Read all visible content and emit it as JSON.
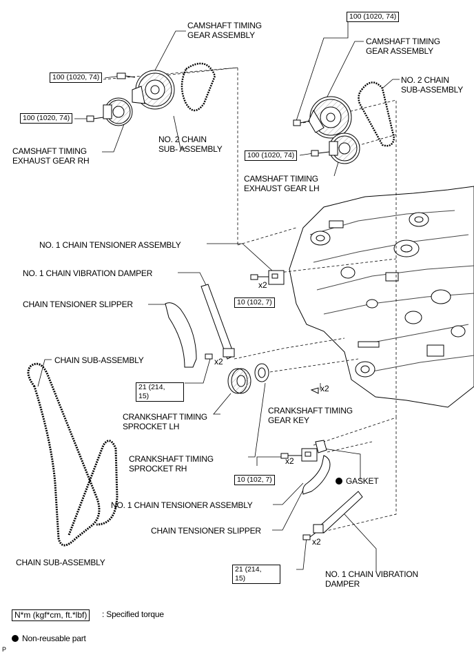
{
  "labels": {
    "cam_gear_assembly_rh": "CAMSHAFT TIMING\nGEAR ASSEMBLY",
    "cam_gear_assembly_lh": "CAMSHAFT TIMING\nGEAR ASSEMBLY",
    "cam_exhaust_rh": "CAMSHAFT TIMING\nEXHAUST GEAR RH",
    "cam_exhaust_lh": "CAMSHAFT TIMING\nEXHAUST GEAR LH",
    "no2_chain_rh": "NO. 2 CHAIN\nSUB- ASSEMBLY",
    "no2_chain_lh": "NO. 2 CHAIN\nSUB-ASSEMBLY",
    "tensioner_upper": "NO. 1 CHAIN TENSIONER ASSEMBLY",
    "damper_upper": "NO. 1 CHAIN VIBRATION DAMPER",
    "slipper_upper": "CHAIN TENSIONER SLIPPER",
    "chain_top": "CHAIN SUB-ASSEMBLY",
    "chain_bottom": "CHAIN SUB-ASSEMBLY",
    "sprocket_lh": "CRANKSHAFT TIMING\nSPROCKET LH",
    "sprocket_rh": "CRANKSHAFT TIMING\nSPROCKET RH",
    "gear_key": "CRANKSHAFT TIMING\nGEAR KEY",
    "gasket": "GASKET",
    "tensioner_lower": "NO. 1 CHAIN TENSIONER ASSEMBLY",
    "slipper_lower": "CHAIN TENSIONER SLIPPER",
    "damper_lower": "NO. 1 CHAIN VIBRATION\nDAMPER"
  },
  "torques": {
    "t1": "100 (1020, 74)",
    "t2": "100 (1020, 74)",
    "t3": "100 (1020, 74)",
    "t4": "100 (1020, 74)",
    "t5": "10 (102, 7)",
    "t6": "21 (214,\n15)",
    "t7": "10 (102, 7)",
    "t8": "21 (214,\n15)"
  },
  "quantities": {
    "q1": "x2",
    "q2": "x2",
    "q3": "x2",
    "q4": "x2",
    "q5": "x2"
  },
  "legend": {
    "torque_unit": "N*m (kgf*cm, ft.*lbf)",
    "torque_desc": ": Specified torque",
    "nonreusable_desc": "Non-reusable part"
  },
  "corner_code": "P"
}
